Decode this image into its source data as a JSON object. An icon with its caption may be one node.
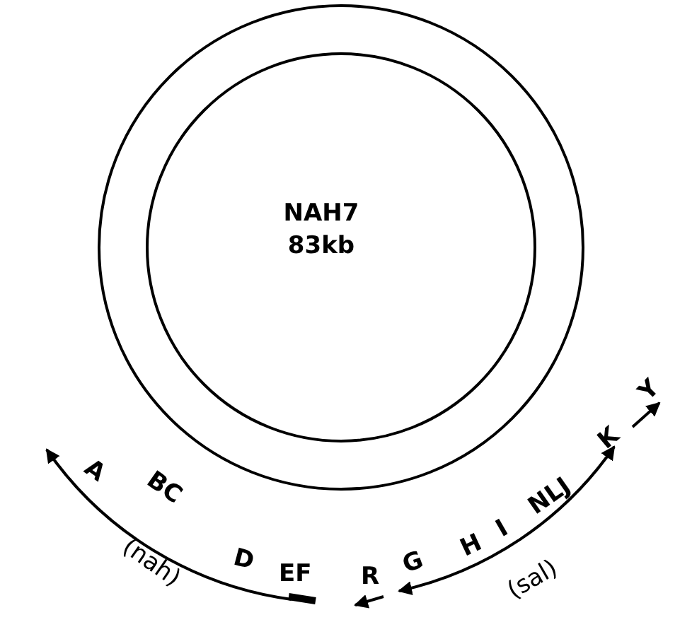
{
  "diagram": {
    "nodes": [
      {
        "text": [],
        "shape": "circle"
      },
      {
        "text": [
          "NAH7",
          "83kb"
        ],
        "in": 0
      }
    ],
    "edges": [],
    "labels": [
      "A",
      "BC",
      "(nah)",
      "D",
      "EF",
      "R",
      "G",
      "H",
      "I",
      "NLJ",
      "K",
      "(sal)",
      "Y"
    ]
  }
}
